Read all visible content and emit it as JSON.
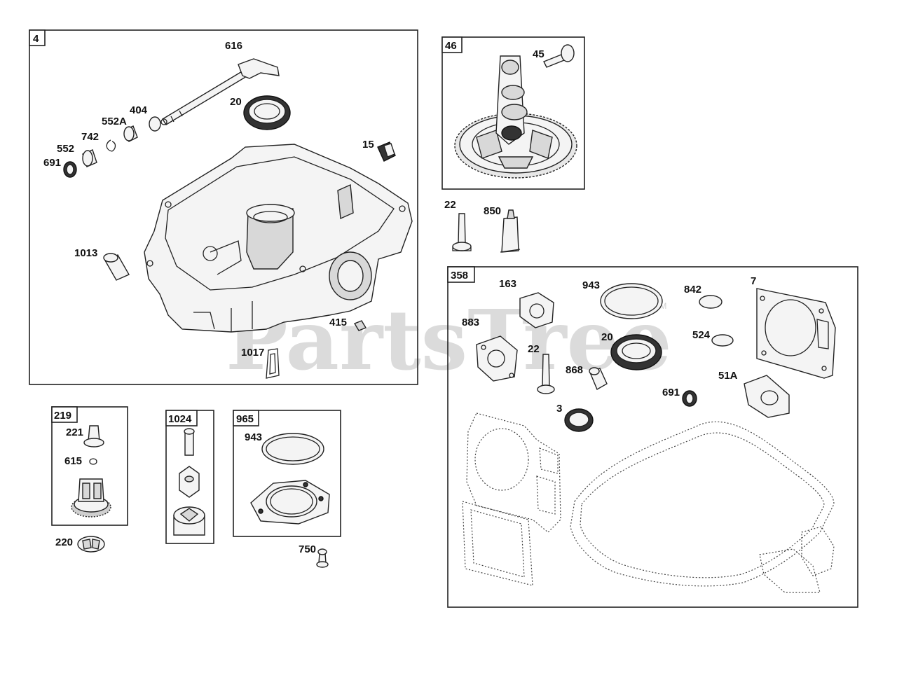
{
  "watermark": {
    "text": "PartsTree",
    "tm": "TM"
  },
  "groups": [
    {
      "tag": "4"
    },
    {
      "tag": "46"
    },
    {
      "tag": "358"
    },
    {
      "tag": "219"
    },
    {
      "tag": "1024"
    },
    {
      "tag": "965"
    }
  ],
  "callouts": [
    "616",
    "20",
    "404",
    "552A",
    "742",
    "552",
    "691",
    "15",
    "1013",
    "415",
    "1017",
    "45",
    "22",
    "850",
    "163",
    "943",
    "842",
    "7",
    "883",
    "22",
    "20",
    "524",
    "868",
    "51A",
    "691",
    "3",
    "221",
    "615",
    "220",
    "943",
    "750"
  ]
}
